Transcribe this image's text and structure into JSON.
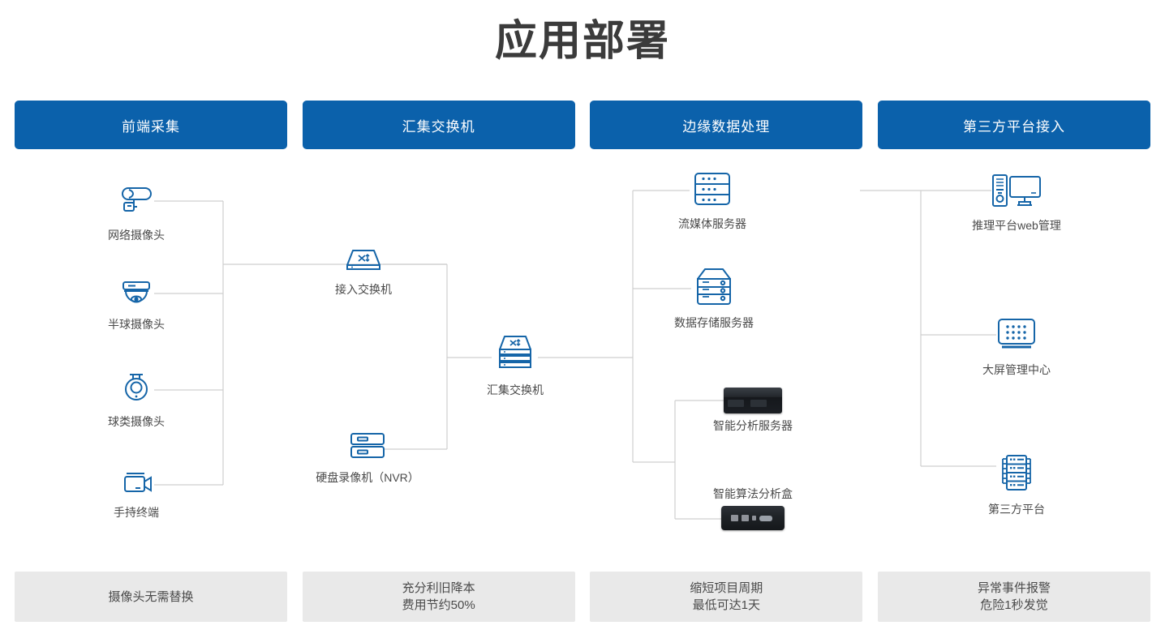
{
  "page": {
    "title": "应用部署",
    "accent_color": "#0b61ab",
    "icon_color": "#1565a8",
    "footer_bg": "#e9e9e9",
    "wire_color": "#cfcfcf"
  },
  "columns": [
    {
      "header": "前端采集"
    },
    {
      "header": "汇集交换机"
    },
    {
      "header": "边缘数据处理"
    },
    {
      "header": "第三方平台接入"
    }
  ],
  "nodes": {
    "col1": [
      {
        "id": "ip-camera",
        "label": "网络摄像头",
        "icon": "bullet-camera-icon"
      },
      {
        "id": "dome-camera",
        "label": "半球摄像头",
        "icon": "dome-camera-icon"
      },
      {
        "id": "ptz-camera",
        "label": "球类摄像头",
        "icon": "ptz-camera-icon"
      },
      {
        "id": "handheld",
        "label": "手持终端",
        "icon": "handheld-camcorder-icon"
      }
    ],
    "col2": [
      {
        "id": "access-switch",
        "label": "接入交换机",
        "icon": "switch-icon"
      },
      {
        "id": "nvr",
        "label": "硬盘录像机（NVR）",
        "icon": "nvr-icon"
      }
    ],
    "center": [
      {
        "id": "agg-switch",
        "label": "汇集交换机",
        "icon": "stacked-switch-icon"
      }
    ],
    "col3": [
      {
        "id": "stream-server",
        "label": "流媒体服务器",
        "icon": "rack-server-icon"
      },
      {
        "id": "storage-server",
        "label": "数据存储服务器",
        "icon": "storage-server-icon"
      },
      {
        "id": "ai-server",
        "label": "智能分析服务器",
        "icon": "ai-server-photo"
      },
      {
        "id": "ai-box",
        "label": "智能算法分析盒",
        "icon": "ai-box-photo"
      }
    ],
    "col4": [
      {
        "id": "web-console",
        "label": "推理平台web管理",
        "icon": "desktop-pc-icon"
      },
      {
        "id": "video-wall",
        "label": "大屏管理中心",
        "icon": "video-wall-icon"
      },
      {
        "id": "third-platform",
        "label": "第三方平台",
        "icon": "server-rack-icon"
      }
    ]
  },
  "footer": [
    {
      "line1": "摄像头无需替换",
      "line2": ""
    },
    {
      "line1": "充分利旧降本",
      "line2": "费用节约50%"
    },
    {
      "line1": "缩短项目周期",
      "line2": "最低可达1天"
    },
    {
      "line1": "异常事件报警",
      "line2": "危险1秒发觉"
    }
  ]
}
